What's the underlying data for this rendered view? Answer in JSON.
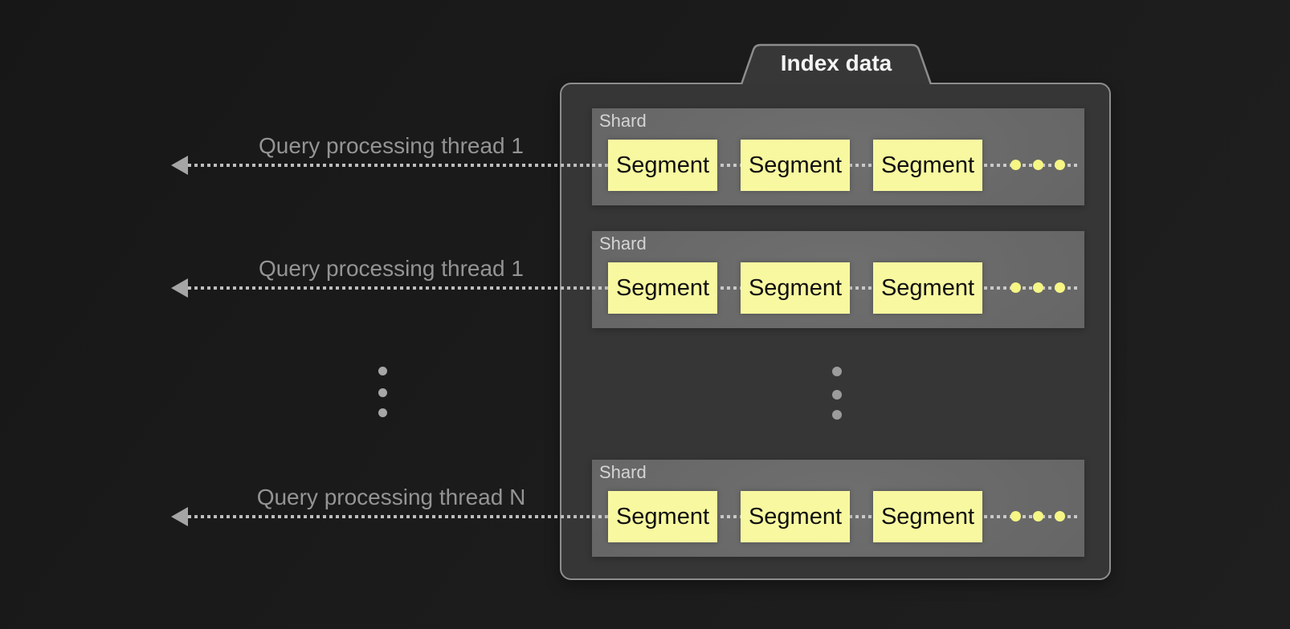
{
  "index_data": {
    "tab_label": "Index data",
    "shards": [
      {
        "label": "Shard",
        "segments": [
          "Segment",
          "Segment",
          "Segment"
        ]
      },
      {
        "label": "Shard",
        "segments": [
          "Segment",
          "Segment",
          "Segment"
        ]
      },
      {
        "label": "Shard",
        "segments": [
          "Segment",
          "Segment",
          "Segment"
        ]
      }
    ]
  },
  "threads": [
    {
      "label": "Query processing thread 1"
    },
    {
      "label": "Query processing thread 1"
    },
    {
      "label": "Query processing thread N"
    }
  ],
  "colors": {
    "background": "#1b1b1b",
    "container_fill": "#363636",
    "container_border": "#8d8d8d",
    "shard_fill": "#686868",
    "shard_label_text": "#d4d4d4",
    "segment_fill": "#f8f8a0",
    "segment_text": "#101010",
    "arrow_dots": "#bdbdbd",
    "arrow_head": "#a5a5a5",
    "thread_label_text": "#949494",
    "ellipsis_dots": "#a6a6a6",
    "segment_ellipsis_dots": "#f6f685"
  }
}
